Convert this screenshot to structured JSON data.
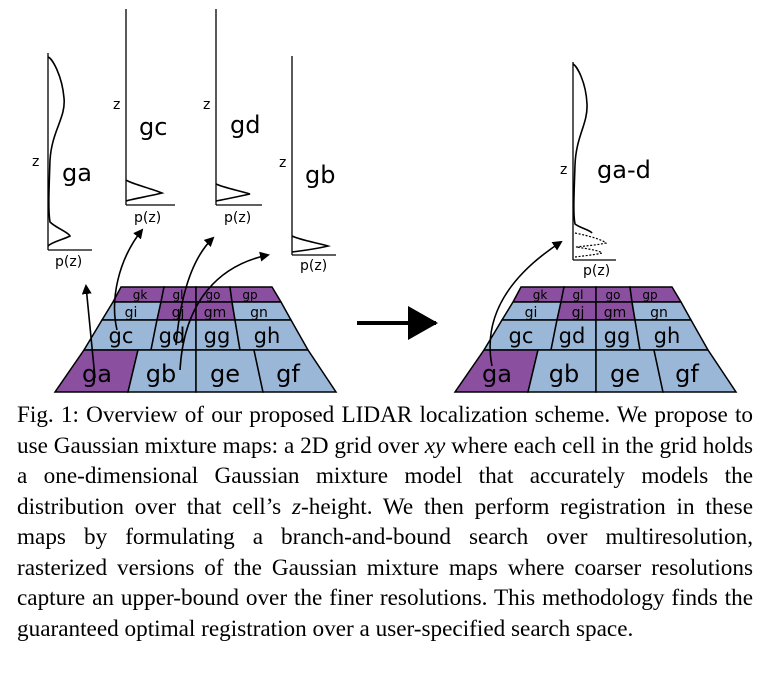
{
  "figure": {
    "left_cells": {
      "row_top": [
        "gk",
        "gl",
        "go",
        "gp"
      ],
      "row_upper": [
        "gi",
        "gj",
        "gm",
        "gn"
      ],
      "row_mid": [
        "gc",
        "gd",
        "gg",
        "gh"
      ],
      "row_bottom": [
        "ga",
        "gb",
        "ge",
        "gf"
      ]
    },
    "right_cells": {
      "row_top": [
        "gk",
        "gl",
        "go",
        "gp"
      ],
      "row_upper": [
        "gi",
        "gj",
        "gm",
        "gn"
      ],
      "row_mid": [
        "gc",
        "gd",
        "gg",
        "gh"
      ],
      "row_bottom": [
        "ga",
        "gb",
        "ge",
        "gf"
      ]
    },
    "plots": [
      {
        "title": "ga"
      },
      {
        "title": "gc"
      },
      {
        "title": "gd"
      },
      {
        "title": "gb"
      }
    ],
    "combined_plot": {
      "title": "ga-d"
    },
    "axis_z": "z",
    "axis_pz": "p(z)",
    "colors": {
      "purple": "#8a4f9e",
      "blue": "#9bb7d8",
      "grid_line": "#000000"
    }
  },
  "caption": {
    "label": "Fig. 1:",
    "p1": " Overview of our proposed LIDAR localization scheme. We propose to use Gaussian mixture maps: a 2D grid over ",
    "xy": "xy",
    "p2": " where each cell in the grid holds a one-dimensional Gaussian mixture model that accurately models the distribution over that cell’s ",
    "z": "z",
    "p3": "-height. We then perform registration in these maps by formulating a branch-and-bound search over multiresolution, rasterized versions of the Gaussian mixture maps where coarser resolutions capture an upper-bound over the finer resolutions. This methodology finds the guaranteed optimal registration over a user-specified search space."
  }
}
